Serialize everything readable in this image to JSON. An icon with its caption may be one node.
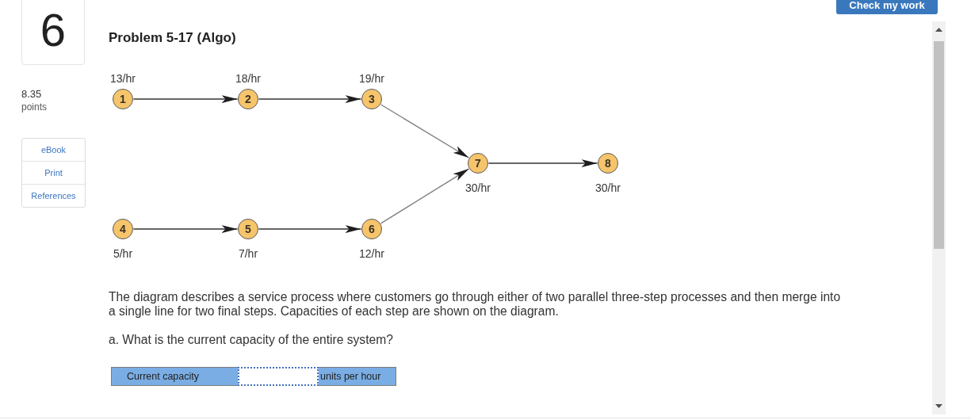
{
  "diagram": {
    "title": "Problem 5-17 (Algo)",
    "nodes": [
      {
        "text": [
          "1"
        ],
        "beside": [
          "13/hr"
        ]
      },
      {
        "text": [
          "2"
        ],
        "beside": [
          "18/hr"
        ]
      },
      {
        "text": [
          "3"
        ],
        "beside": [
          "19/hr"
        ]
      },
      {
        "text": [
          "4"
        ],
        "beside": [
          "5/hr"
        ]
      },
      {
        "text": [
          "5"
        ],
        "beside": [
          "7/hr"
        ]
      },
      {
        "text": [
          "6"
        ],
        "beside": [
          "12/hr"
        ]
      },
      {
        "text": [
          "7"
        ],
        "beside": [
          "30/hr"
        ]
      },
      {
        "text": [
          "8"
        ],
        "beside": [
          "30/hr"
        ]
      }
    ],
    "edges": [
      {
        "from": 0,
        "to": 1,
        "arrow": "to"
      },
      {
        "from": 1,
        "to": 2,
        "arrow": "to"
      },
      {
        "from": 2,
        "to": 6,
        "arrow": "to",
        "color": "#808080"
      },
      {
        "from": 3,
        "to": 4,
        "arrow": "to"
      },
      {
        "from": 4,
        "to": 5,
        "arrow": "to"
      },
      {
        "from": 5,
        "to": 6,
        "arrow": "to",
        "color": "#808080"
      },
      {
        "from": 6,
        "to": 7,
        "arrow": "to"
      }
    ],
    "labels": [
      "Check my work",
      "6",
      "8.35",
      "points",
      "eBook",
      "Print",
      "References",
      "The diagram describes a service process where customers go through either of two parallel three-step processes and then merge into a single line for two final steps. Capacities of each step are shown on the diagram.",
      "a. What is the current capacity of the entire system?",
      "Current capacity",
      "units per hour"
    ]
  }
}
